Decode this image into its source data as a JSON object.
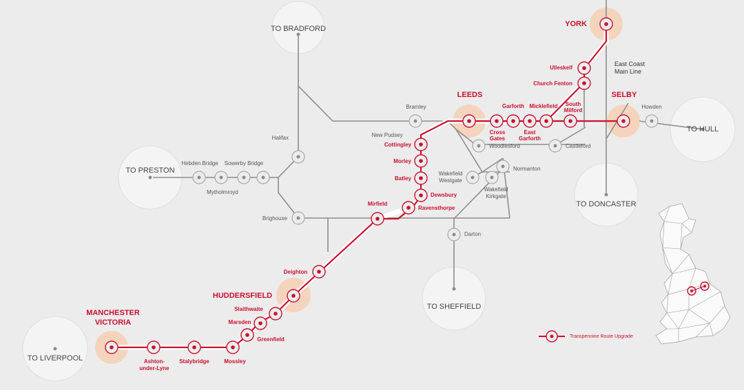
{
  "destinations": {
    "bradford": "TO BRADFORD",
    "preston": "TO PRESTON",
    "hull": "TO HULL",
    "doncaster": "TO DONCASTER",
    "sheffield": "TO SHEFFIELD",
    "liverpool": "TO LIVERPOOL"
  },
  "hubs": {
    "york": "YORK",
    "leeds": "LEEDS",
    "selby": "SELBY",
    "huddersfield": "HUDDERSFIELD",
    "manchester_1": "MANCHESTER",
    "manchester_2": "VICTORIA"
  },
  "upgrade_stations": {
    "ulleskelf": "Ulleskelf",
    "church_fenton": "Church Fenton",
    "garforth": "Garforth",
    "micklefield": "Micklefield",
    "south_milford_1": "South",
    "south_milford_2": "Milford",
    "cross_gates_1": "Cross",
    "cross_gates_2": "Gates",
    "east_garforth_1": "East",
    "east_garforth_2": "Garforth",
    "cottingley": "Cottingley",
    "morley": "Morley",
    "batley": "Batley",
    "dewsbury": "Dewsbury",
    "ravensthorpe": "Ravensthorpe",
    "mirfield": "Mirfield",
    "deighton": "Deighton",
    "slaithwaite": "Slaithwaite",
    "marsden": "Marsden",
    "greenfield": "Greenfield",
    "mossley": "Mossley",
    "stalybridge": "Stalybridge",
    "ashton_1": "Ashton-",
    "ashton_2": "under-Lyne"
  },
  "other_stations": {
    "bramley": "Bramley",
    "new_pudsey": "New Pudsey",
    "howden": "Howden",
    "woodlesford": "Woodlesford",
    "castleford": "Castleford",
    "normanton": "Normanton",
    "wakefield_westgate_1": "Wakefield",
    "wakefield_westgate_2": "Westgate",
    "wakefield_kirkgate_1": "Wakefield",
    "wakefield_kirkgate_2": "Kirkgate",
    "halifax": "Halifax",
    "hebden_bridge": "Hebden Bridge",
    "sowerby_bridge": "Sowerby Bridge",
    "mytholmroyd": "Mytholmroyd",
    "brighouse": "Brighouse",
    "darton": "Darton"
  },
  "annotations": {
    "east_coast_1": "East Coast",
    "east_coast_2": "Main Line"
  },
  "legend": {
    "label": "Transpennine Route Upgrade"
  },
  "colors": {
    "route": "#c8102e",
    "hub": "#f6d2b8",
    "rail": "#8c8c8c",
    "background": "#ececec"
  }
}
